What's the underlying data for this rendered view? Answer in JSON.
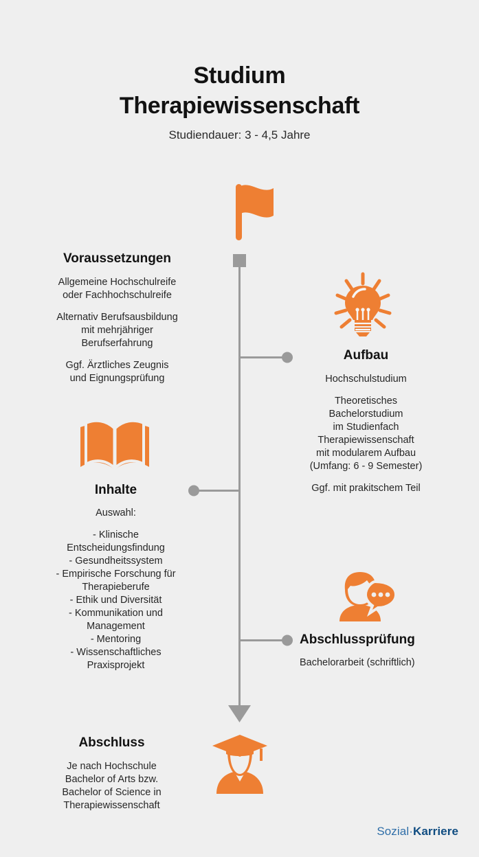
{
  "header": {
    "title_line1": "Studium",
    "title_line2": "Therapiewissenschaft",
    "subtitle": "Studiendauer: 3 - 4,5 Jahre"
  },
  "colors": {
    "background": "#efefef",
    "accent_orange": "#ee7f33",
    "timeline_gray": "#999999",
    "node_gray": "#9a9a9a",
    "text_dark": "#1a1a1a",
    "logo_blue": "#0f4c81"
  },
  "sections": {
    "voraussetzungen": {
      "heading": "Voraussetzungen",
      "paragraphs": [
        "Allgemeine Hochschulreife\noder Fachhochschulreife",
        "Alternativ Berufsausbildung\nmit mehrjähriger\nBerufserfahrung",
        "Ggf. Ärztliches Zeugnis\nund Eignungsprüfung"
      ]
    },
    "aufbau": {
      "heading": "Aufbau",
      "paragraphs": [
        "Hochschulstudium",
        "Theoretisches\nBachelorstudium\nim Studienfach\nTherapiewissenschaft\nmit modularem Aufbau\n(Umfang: 6 - 9 Semester)",
        "Ggf. mit prakitschem Teil"
      ]
    },
    "inhalte": {
      "heading": "Inhalte",
      "paragraphs": [
        "Auswahl:",
        "- Klinische\nEntscheidungsfindung\n- Gesundheitssystem\n- Empirische Forschung für\nTherapieberufe\n- Ethik und Diversität\n- Kommunikation und\nManagement\n- Mentoring\n- Wissenschaftliches\nPraxisprojekt"
      ]
    },
    "abschlusspruefung": {
      "heading": "Abschlussprüfung",
      "paragraphs": [
        "Bachelorarbeit (schriftlich)"
      ]
    },
    "abschluss": {
      "heading": "Abschluss",
      "paragraphs": [
        "Je nach Hochschule\nBachelor of Arts bzw.\nBachelor of Science in\nTherapiewissenschaft"
      ]
    }
  },
  "icons": {
    "flag": "flag-icon",
    "lightbulb": "lightbulb-icon",
    "book": "open-book-icon",
    "person_chat": "person-speech-bubble-icon",
    "graduate": "graduate-icon"
  },
  "timeline": {
    "start_node": "square-node",
    "end_marker": "down-arrow",
    "branch_nodes": [
      "aufbau-node",
      "inhalte-node",
      "abschlusspruefung-node"
    ]
  },
  "logo": {
    "part1": "Sozial·",
    "part2": "Karriere"
  }
}
